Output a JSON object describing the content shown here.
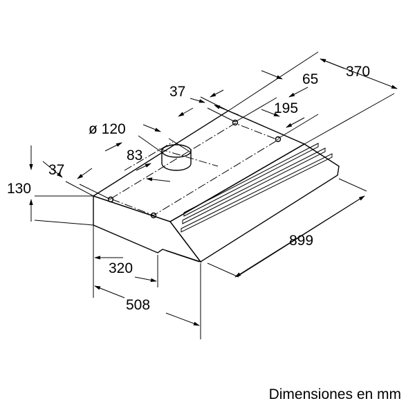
{
  "dimensions": {
    "d370": "370",
    "d65": "65",
    "d37_top": "37",
    "d195": "195",
    "d120": "ø 120",
    "d83": "83",
    "d37_left": "37",
    "d130": "130",
    "d899": "899",
    "d320": "320",
    "d508": "508"
  },
  "caption": "Dimensiones en mm",
  "colors": {
    "line": "#000000",
    "background": "#ffffff"
  }
}
